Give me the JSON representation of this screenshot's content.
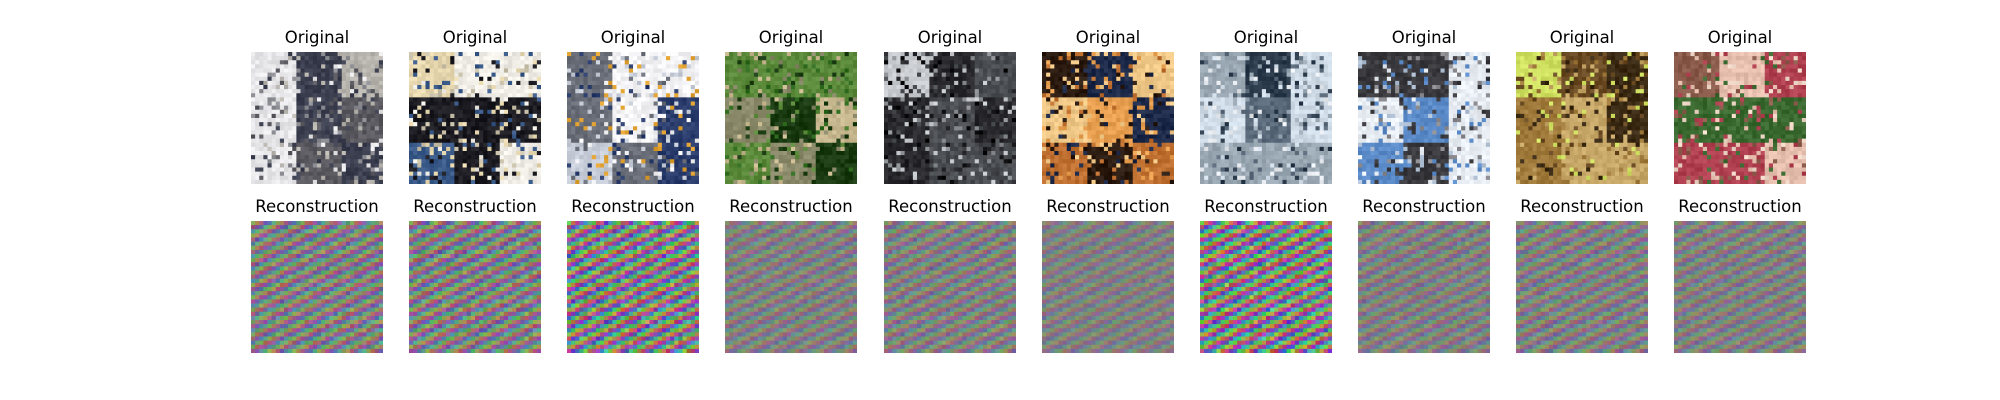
{
  "figure": {
    "panels": [
      {
        "original_label": "Original",
        "reconstruction_label": "Reconstruction",
        "original_icon": "white-horse-with-rider-image",
        "original_palette": [
          "#8c8e94",
          "#e8e8ea",
          "#5a5a60",
          "#3c4050",
          "#b8b4ae"
        ],
        "reconstruction_strength": 0.55
      },
      {
        "original_label": "Original",
        "reconstruction_label": "Reconstruction",
        "original_icon": "ship-on-water-image",
        "original_palette": [
          "#f0eee6",
          "#e8d8b0",
          "#1c1c22",
          "#3a5a8a",
          "#c8c0a8"
        ],
        "reconstruction_strength": 0.6
      },
      {
        "original_label": "Original",
        "reconstruction_label": "Reconstruction",
        "original_icon": "airplane-image",
        "original_palette": [
          "#c6ccd8",
          "#f4f4f6",
          "#6a6e78",
          "#2a3c6c",
          "#e0a030"
        ],
        "reconstruction_strength": 0.85
      },
      {
        "original_label": "Original",
        "reconstruction_label": "Reconstruction",
        "original_icon": "frog-on-grass-image",
        "original_palette": [
          "#1a3a12",
          "#2e6a1e",
          "#5a8a3a",
          "#8a8a6a",
          "#c8b890"
        ],
        "reconstruction_strength": 0.35
      },
      {
        "original_label": "Original",
        "reconstruction_label": "Reconstruction",
        "original_icon": "silver-car-image",
        "original_palette": [
          "#0a0a0c",
          "#8c9094",
          "#c8ccd0",
          "#4a4e52",
          "#2a2a2e"
        ],
        "reconstruction_strength": 0.4
      },
      {
        "original_label": "Original",
        "reconstruction_label": "Reconstruction",
        "original_icon": "frog-close-up-image",
        "original_palette": [
          "#1e2a4a",
          "#c07030",
          "#e8a050",
          "#2a1a10",
          "#f0c888"
        ],
        "reconstruction_strength": 0.3
      },
      {
        "original_label": "Original",
        "reconstruction_label": "Reconstruction",
        "original_icon": "ship-at-sea-image",
        "original_palette": [
          "#d0dce8",
          "#5a6a7a",
          "#2a3a4a",
          "#9aa8b4",
          "#e8ecf0"
        ],
        "reconstruction_strength": 0.9
      },
      {
        "original_label": "Original",
        "reconstruction_label": "Reconstruction",
        "original_icon": "white-boat-image",
        "original_palette": [
          "#5a8ac8",
          "#e8eef4",
          "#b0c0d4",
          "#3a3a3e",
          "#8a8a8e"
        ],
        "reconstruction_strength": 0.35
      },
      {
        "original_label": "Original",
        "reconstruction_label": "Reconstruction",
        "original_icon": "bird-on-ground-image",
        "original_palette": [
          "#6a4a22",
          "#a07a3a",
          "#3a2a14",
          "#c8a868",
          "#d0e060"
        ],
        "reconstruction_strength": 0.4
      },
      {
        "original_label": "Original",
        "reconstruction_label": "Reconstruction",
        "original_icon": "dog-face-close-up-image",
        "original_palette": [
          "#f0d8c8",
          "#e8c0b0",
          "#3a6a30",
          "#b04050",
          "#8a5a4a"
        ],
        "reconstruction_strength": 0.35
      }
    ]
  }
}
